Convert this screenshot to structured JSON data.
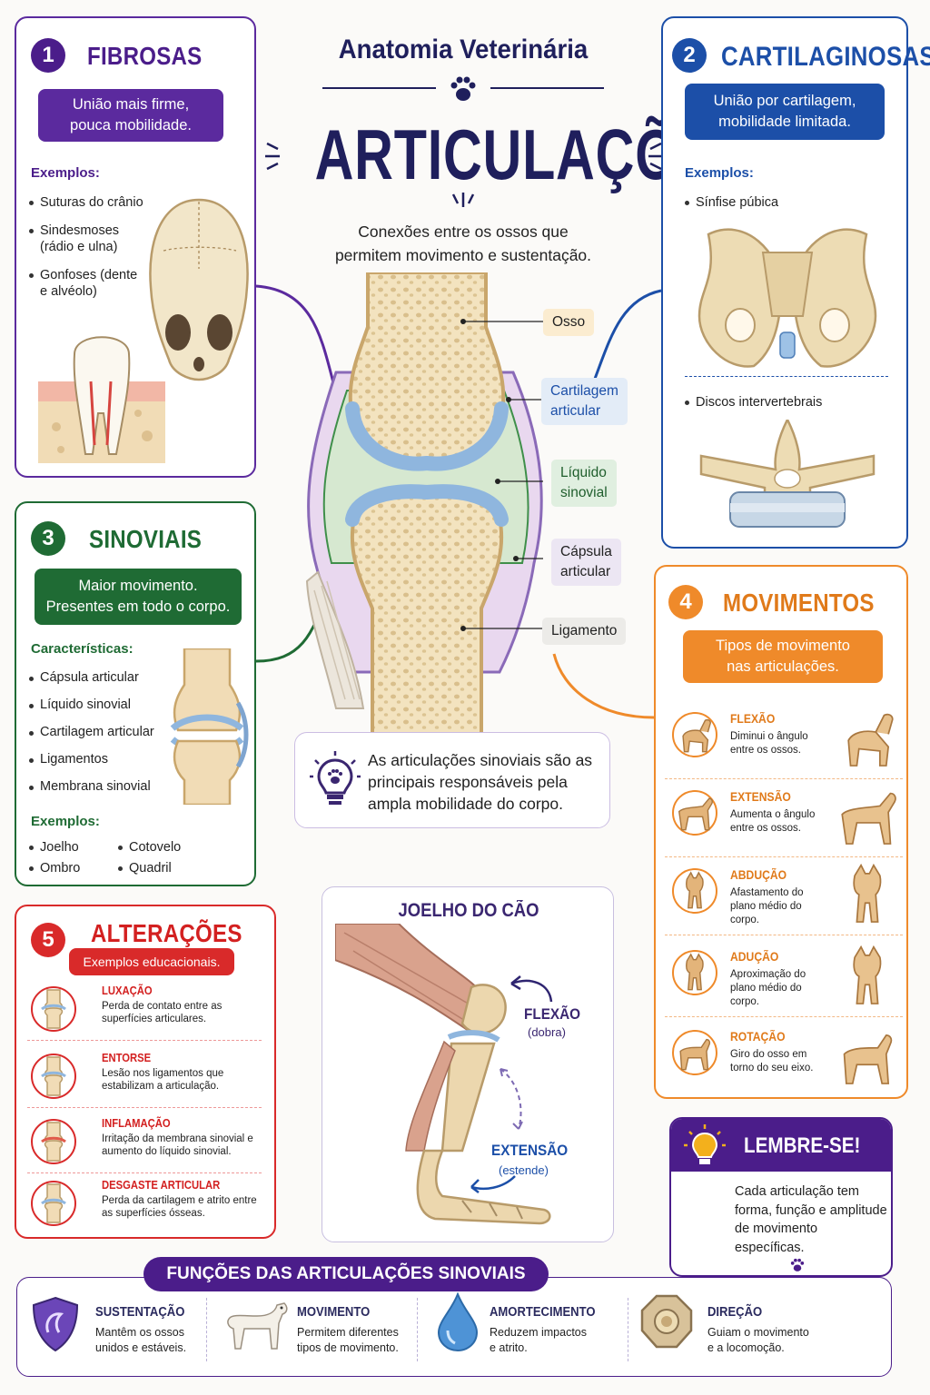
{
  "header": {
    "subtitle": "Anatomia Veterinária",
    "title": "ARTICULAÇÕES",
    "description_line1": "Conexões entre os ossos que",
    "description_line2": "permitem movimento e sustentação."
  },
  "joint_labels": {
    "bone": "Osso",
    "cartilage_1": "Cartilagem",
    "cartilage_2": "articular",
    "fluid_1": "Líquido",
    "fluid_2": "sinovial",
    "capsule_1": "Cápsula",
    "capsule_2": "articular",
    "ligament": "Ligamento"
  },
  "fibrosas": {
    "number": "1",
    "title": "FIBROSAS",
    "desc_1": "União mais firme,",
    "desc_2": "pouca mobilidade.",
    "examples_label": "Exemplos:",
    "items": [
      "Suturas do crânio",
      "Sindesmoses (rádio e ulna)",
      "Gonfoses (dente e alvéolo)"
    ]
  },
  "cartilaginosas": {
    "number": "2",
    "title": "CARTILAGINOSAS",
    "desc_1": "União por cartilagem,",
    "desc_2": "mobilidade limitada.",
    "examples_label": "Exemplos:",
    "item_1": "Sínfise púbica",
    "item_2": "Discos intervertebrais"
  },
  "sinoviais": {
    "number": "3",
    "title": "SINOVIAIS",
    "desc_1": "Maior movimento.",
    "desc_2": "Presentes em todo o corpo.",
    "features_label": "Características:",
    "features": [
      "Cápsula articular",
      "Líquido sinovial",
      "Cartilagem articular",
      "Ligamentos",
      "Membrana sinovial"
    ],
    "examples_label": "Exemplos:",
    "examples": [
      "Joelho",
      "Cotovelo",
      "Ombro",
      "Quadril"
    ]
  },
  "info_box": {
    "line1": "As articulações sinoviais são as",
    "line2": "principais responsáveis pela",
    "line3": "ampla mobilidade do corpo."
  },
  "movimentos": {
    "number": "4",
    "title": "MOVIMENTOS",
    "desc_1": "Tipos de movimento",
    "desc_2": "nas articulações.",
    "items": [
      {
        "title": "FLEXÃO",
        "desc": "Diminui o ângulo entre os ossos."
      },
      {
        "title": "EXTENSÃO",
        "desc": "Aumenta o ângulo entre os ossos."
      },
      {
        "title": "ABDUÇÃO",
        "desc": "Afastamento do plano médio do corpo."
      },
      {
        "title": "ADUÇÃO",
        "desc": "Aproximação do plano médio do corpo."
      },
      {
        "title": "ROTAÇÃO",
        "desc": "Giro do osso em torno do seu eixo."
      }
    ]
  },
  "joelho": {
    "title": "JOELHO DO CÃO",
    "flexion": "FLEXÃO",
    "flexion_sub": "(dobra)",
    "extension": "EXTENSÃO",
    "extension_sub": "(estende)"
  },
  "alteracoes": {
    "number": "5",
    "title": "ALTERAÇÕES",
    "subtitle": "Exemplos educacionais.",
    "items": [
      {
        "title": "LUXAÇÃO",
        "desc": "Perda de contato entre as superfícies articulares."
      },
      {
        "title": "ENTORSE",
        "desc": "Lesão nos ligamentos que estabilizam a articulação."
      },
      {
        "title": "INFLAMAÇÃO",
        "desc": "Irritação da membrana sinovial e aumento do líquido sinovial."
      },
      {
        "title": "DESGASTE ARTICULAR",
        "desc": "Perda da cartilagem e atrito entre as superfícies ósseas."
      }
    ]
  },
  "lembre": {
    "title": "LEMBRE-SE!",
    "text": "Cada articulação tem forma, função e amplitude de movimento específicas."
  },
  "funcoes": {
    "title": "FUNÇÕES DAS ARTICULAÇÕES SINOVIAIS",
    "items": [
      {
        "title": "SUSTENTAÇÃO",
        "desc1": "Mantêm os ossos",
        "desc2": "unidos e estáveis."
      },
      {
        "title": "MOVIMENTO",
        "desc1": "Permitem diferentes",
        "desc2": "tipos de movimento."
      },
      {
        "title": "AMORTECIMENTO",
        "desc1": "Reduzem impactos",
        "desc2": "e atrito."
      },
      {
        "title": "DIREÇÃO",
        "desc1": "Guiam o movimento",
        "desc2": "e a locomoção."
      }
    ]
  },
  "colors": {
    "purple": "#5b2a9e",
    "blue": "#1c4fa8",
    "green": "#1f6b34",
    "orange": "#ef8a2a",
    "red": "#d92a2a",
    "navy": "#1f1f5c"
  }
}
